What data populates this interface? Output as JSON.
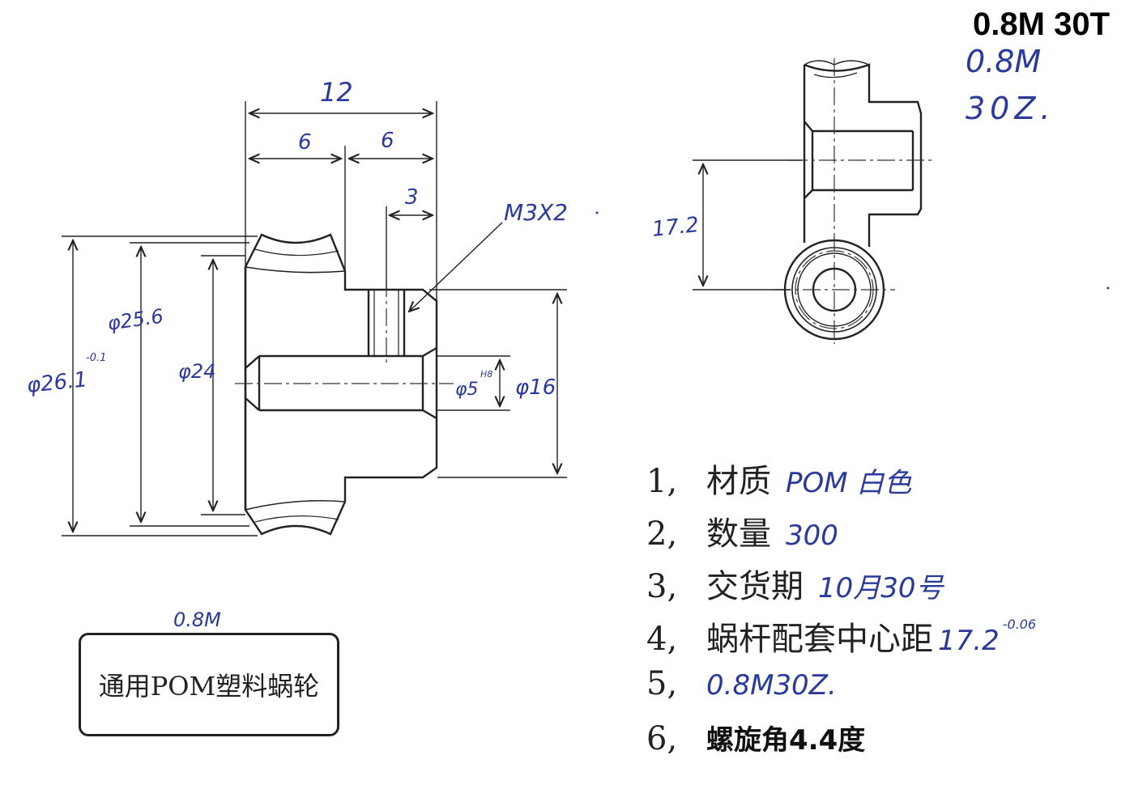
{
  "title": "0.8M 30T",
  "annotations": {
    "module": "0.8M",
    "teeth": "30Z.",
    "center_distance": "17.2"
  },
  "front_view": {
    "dim_overall": "12",
    "dim_left": "6",
    "dim_right": "6",
    "dim_hole_offset": "3",
    "thread": "M3X2",
    "dia_outer": "φ26.1",
    "dia_outer_tol": "-0.1",
    "dia_throat": "φ25.6",
    "dia_pitch": "φ24",
    "dia_bore": "φ5",
    "dia_bore_fit": "H8",
    "dia_hub": "φ16"
  },
  "label_box": {
    "above": "0.8M",
    "name": "通用POM塑料蜗轮"
  },
  "notes": [
    {
      "num": "1,",
      "label": "材质",
      "value": "POM 白色"
    },
    {
      "num": "2,",
      "label": "数量",
      "value": "300"
    },
    {
      "num": "3,",
      "label": "交货期",
      "value": "10月30号"
    },
    {
      "num": "4,",
      "label": "蜗杆配套中心距",
      "value": "17.2",
      "tol": "-0.06"
    },
    {
      "num": "5,",
      "label": "",
      "value": "0.8M30Z."
    },
    {
      "num": "6,",
      "label": "",
      "value": "螺旋角4.4度"
    }
  ],
  "colors": {
    "ink": "#222222",
    "handwriting": "#2a3a9a"
  }
}
